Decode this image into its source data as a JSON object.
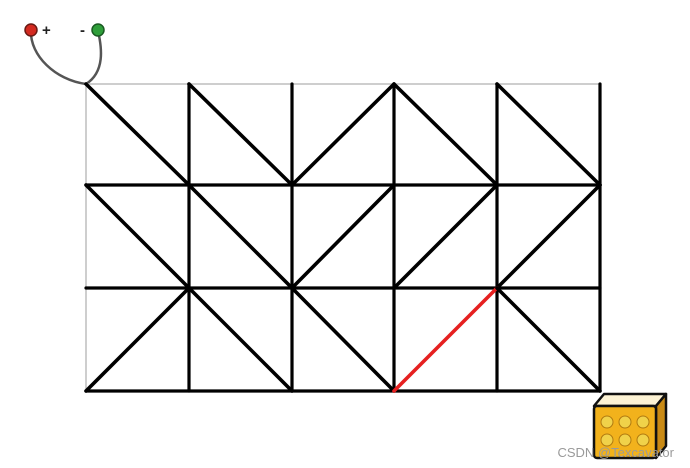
{
  "terminals": {
    "positive": {
      "label": "+",
      "color": "#d32a20"
    },
    "negative": {
      "label": "-",
      "color": "#2f9e3a"
    }
  },
  "grid": {
    "rows": 3,
    "cols": 5,
    "wire_color": "#000000",
    "highlight_color": "#e62020"
  },
  "cells": [
    [
      "down",
      "down",
      "up",
      "down",
      "down"
    ],
    [
      "down",
      "down",
      "up",
      "up",
      "up"
    ],
    [
      "up",
      "down",
      "down",
      "up-red",
      "down"
    ]
  ],
  "lamp": {
    "body_color": "#f2b21c",
    "dot_color": "#f0d24a"
  },
  "watermark": "CSDN @Texcavator"
}
